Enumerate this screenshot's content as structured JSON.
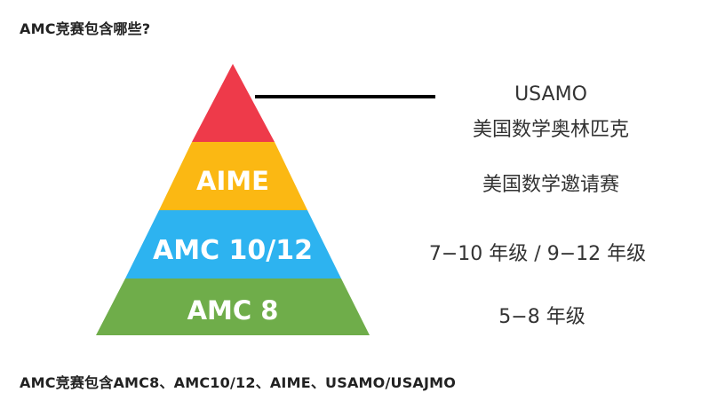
{
  "page": {
    "title": "AMC竞赛包含哪些?",
    "caption": "AMC竞赛包含AMC8、AMC10/12、AIME、USAMO/USAJMO"
  },
  "pyramid": {
    "tiers": [
      {
        "label": "",
        "color": "#ee3a4a",
        "description_line1": "USAMO",
        "description_line2": "美国数学奥林匹克"
      },
      {
        "label": "AIME",
        "color": "#fbb813",
        "description_line1": "美国数学邀请赛",
        "description_line2": ""
      },
      {
        "label": "AMC 10/12",
        "color": "#2db3f0",
        "description_line1": "7−10 年级 / 9−12 年级",
        "description_line2": ""
      },
      {
        "label": "AMC 8",
        "color": "#6fad4a",
        "description_line1": "5−8 年级",
        "description_line2": ""
      }
    ],
    "pointer_line_color": "#000000"
  }
}
